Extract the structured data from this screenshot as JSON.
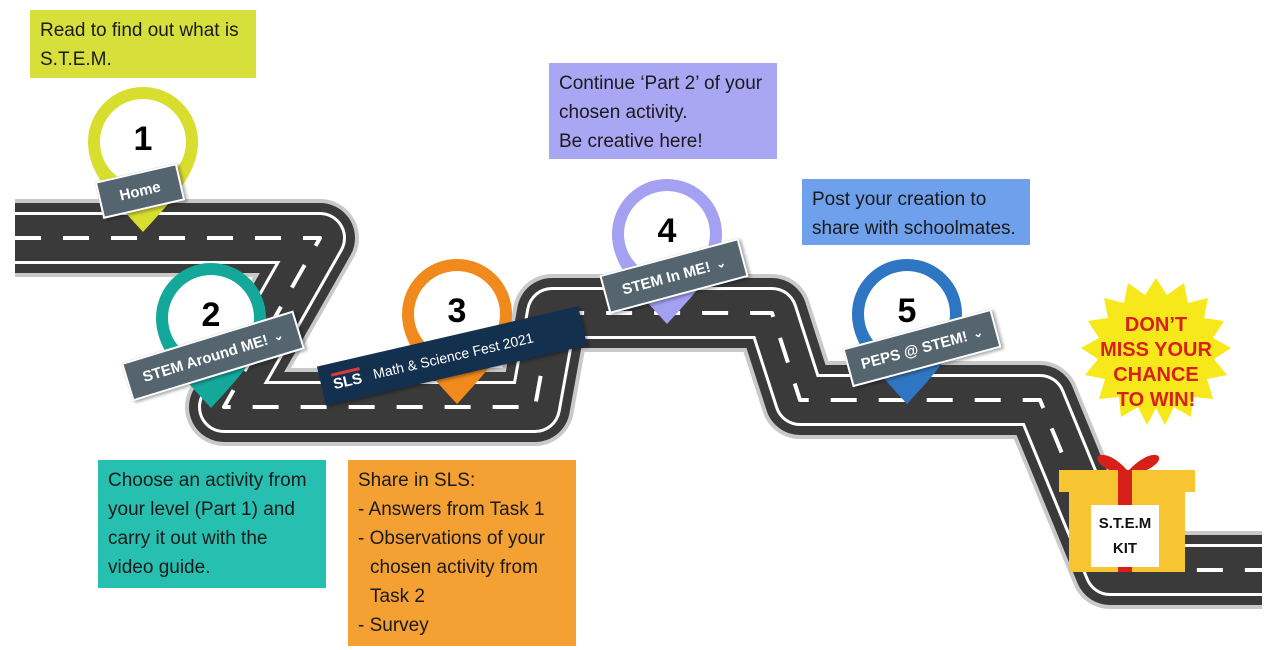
{
  "steps": [
    {
      "number": "1",
      "tag": "Home",
      "note_lines": [
        "Read to find out what is",
        "S.T.E.M."
      ]
    },
    {
      "number": "2",
      "tag": "STEM Around ME!",
      "note_lines": [
        "Choose an activity from",
        "your level (Part 1) and",
        "carry it out with the",
        "video guide."
      ]
    },
    {
      "number": "3",
      "tag_logo": "SLS",
      "tag": "Math & Science Fest 2021",
      "note_lines": [
        "Share in SLS:",
        "- Answers from Task 1",
        "- Observations of your",
        "  chosen activity from",
        "  Task 2",
        "- Survey"
      ]
    },
    {
      "number": "4",
      "tag": "STEM In ME!",
      "note_lines": [
        "Continue ‘Part 2’ of your",
        "chosen activity.",
        "Be creative here!"
      ]
    },
    {
      "number": "5",
      "tag": "PEPS @ STEM!",
      "note_lines": [
        "Post your creation to",
        "share with schoolmates."
      ]
    }
  ],
  "badge_lines": [
    "DON’T",
    "MISS YOUR",
    "CHANCE",
    "TO WIN!"
  ],
  "kit_lines": [
    "S.T.E.M",
    "KIT"
  ],
  "dropdown_icon": "chevron-down-icon",
  "colors": {
    "pin1": "#d8de2e",
    "pin2": "#14a89b",
    "pin3": "#f08a1c",
    "pin4": "#a4a0f2",
    "pin5": "#2f76c2",
    "road": "#3a3a3a",
    "badge": "#f6e81a",
    "badge_text": "#d8201a",
    "gift": "#f7c531",
    "ribbon": "#d8201a"
  }
}
